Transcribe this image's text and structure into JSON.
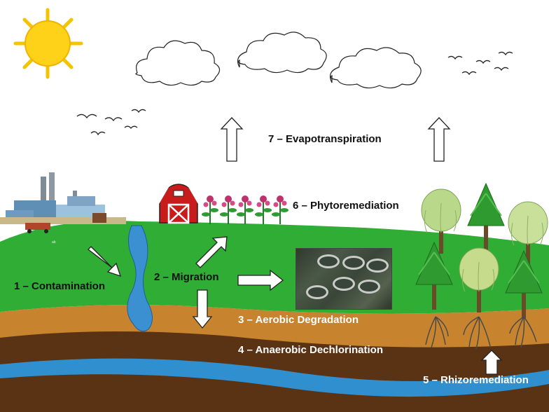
{
  "labels": {
    "contamination": "1 – Contamination",
    "migration": "2 – Migration",
    "aerobic": "3 – Aerobic Degradation",
    "anaerobic": "4 – Anaerobic Dechlorination",
    "rhizo": "5 – Rhizoremediation",
    "phyto": "6 – Phytoremediation",
    "evapo": "7 – Evapotranspiration"
  },
  "colors": {
    "sky": "#ffffff",
    "ground": "#2fad35",
    "aerobic_layer": "#c8832e",
    "anaerobic_layer": "#5a3314",
    "groundwater": "#2f8fcf",
    "sun": "#ffd21a",
    "barn": "#c81c1c"
  },
  "icons": [
    "sun-icon",
    "cloud-icon",
    "bird-icon",
    "factory-icon",
    "barn-icon",
    "flower-icon",
    "tree-icon",
    "arrow-icon"
  ]
}
